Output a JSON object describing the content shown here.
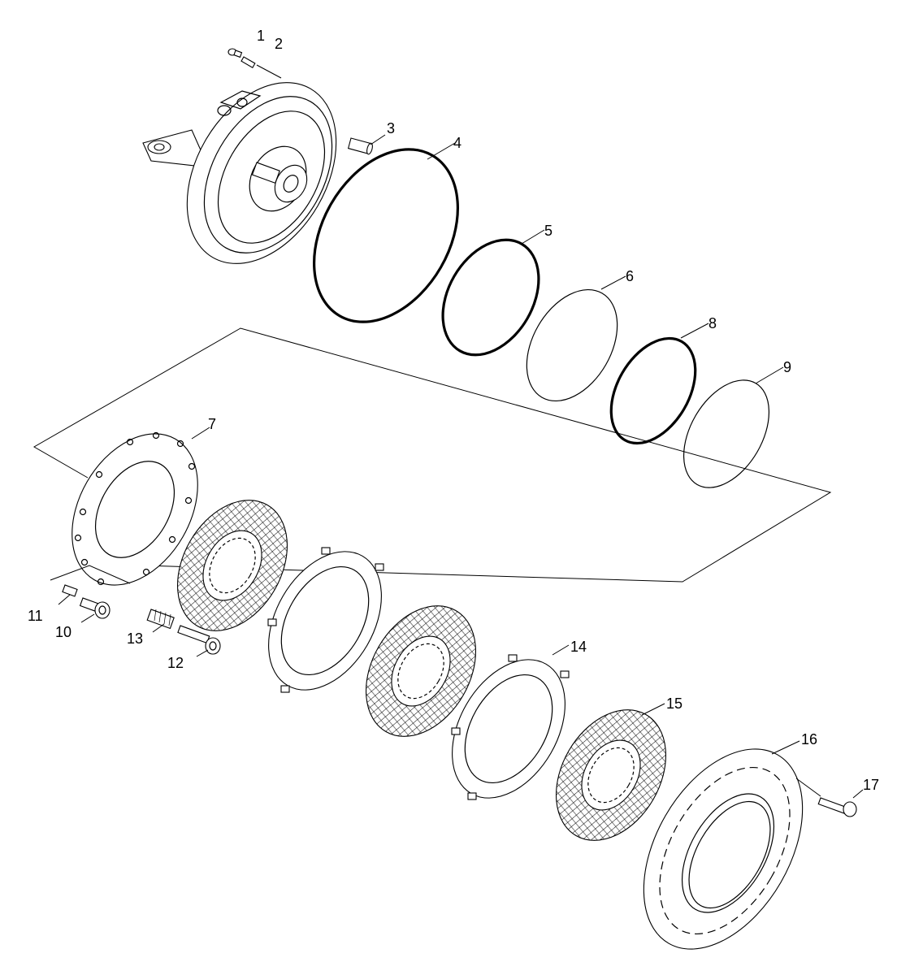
{
  "diagram": {
    "callouts": [
      "1",
      "2",
      "3",
      "4",
      "5",
      "6",
      "7",
      "8",
      "9",
      "10",
      "11",
      "12",
      "13",
      "14",
      "15",
      "16",
      "17"
    ]
  },
  "colors": {
    "line": "#000000",
    "background": "#ffffff"
  }
}
